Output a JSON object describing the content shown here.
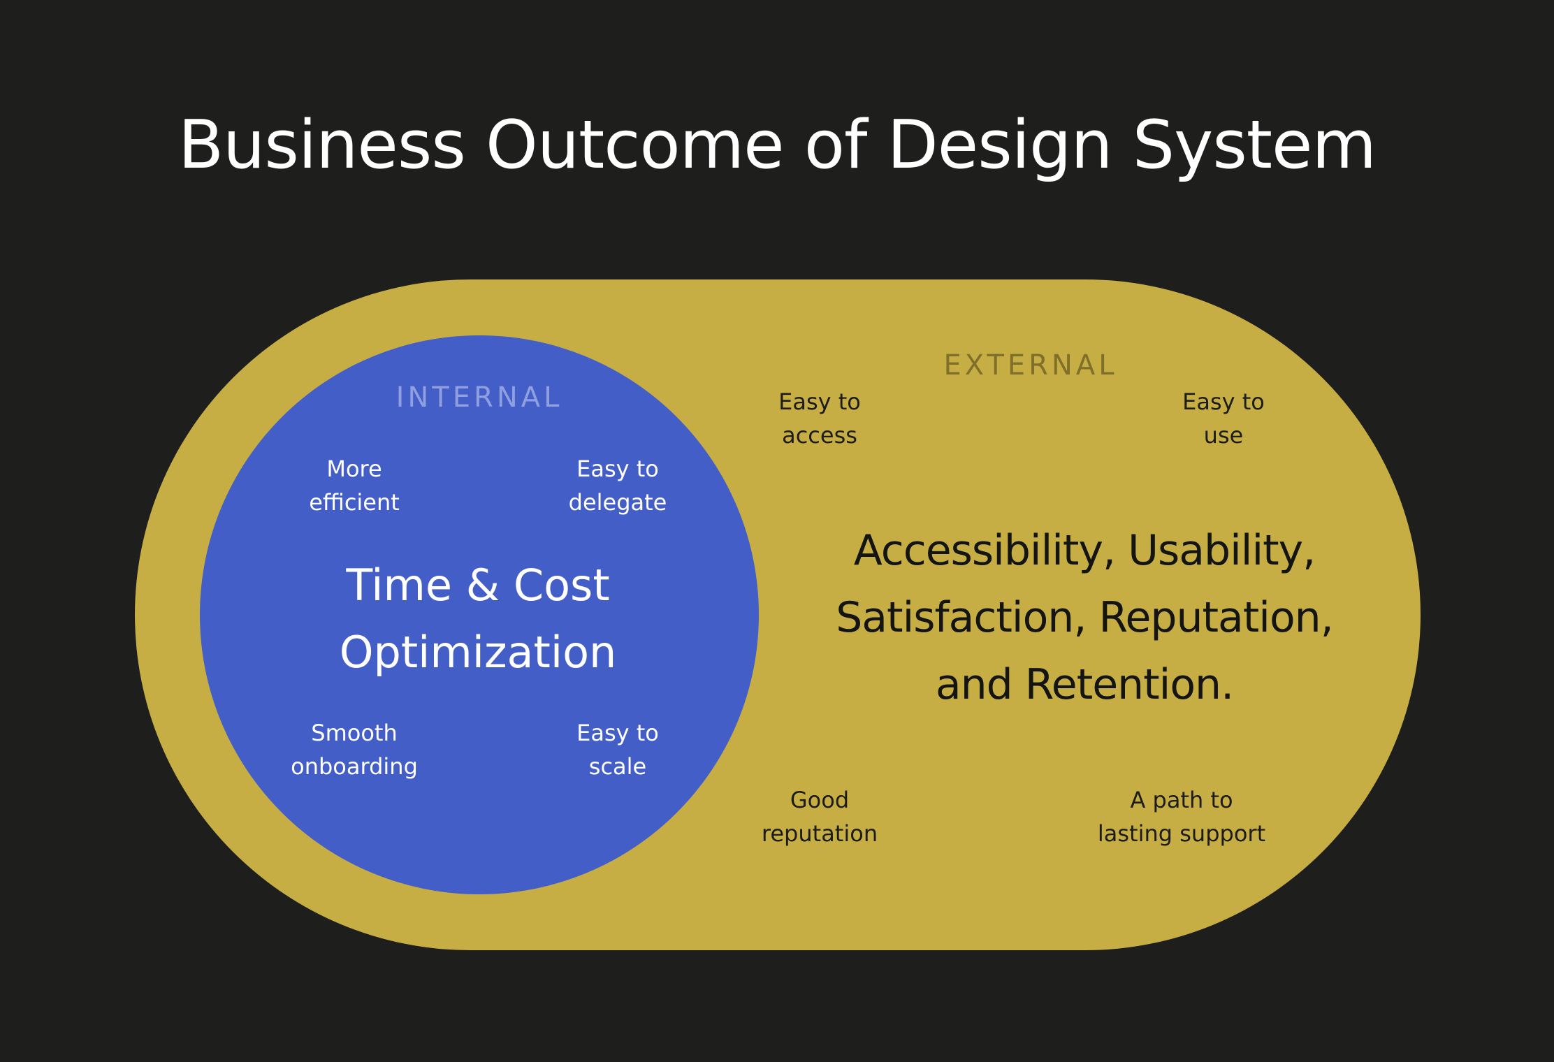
{
  "title": "Business Outcome of Design System",
  "colors": {
    "background": "#1e1e1d",
    "external": "#c6ae45",
    "internal": "#445ec8"
  },
  "internal": {
    "label": "INTERNAL",
    "center_lines": [
      "Time & Cost",
      "Optimization"
    ],
    "items": [
      {
        "lines": [
          "More",
          "efficient"
        ]
      },
      {
        "lines": [
          "Easy to",
          "delegate"
        ]
      },
      {
        "lines": [
          "Smooth",
          "onboarding"
        ]
      },
      {
        "lines": [
          "Easy to",
          "scale"
        ]
      }
    ]
  },
  "external": {
    "label": "EXTERNAL",
    "center_lines": [
      "Accessibility, Usability,",
      "Satisfaction, Reputation,",
      "and Retention."
    ],
    "items": [
      {
        "lines": [
          "Easy to",
          "access"
        ]
      },
      {
        "lines": [
          "Easy to",
          "use"
        ]
      },
      {
        "lines": [
          "Good",
          "reputation"
        ]
      },
      {
        "lines": [
          "A path to",
          "lasting support"
        ]
      }
    ]
  }
}
